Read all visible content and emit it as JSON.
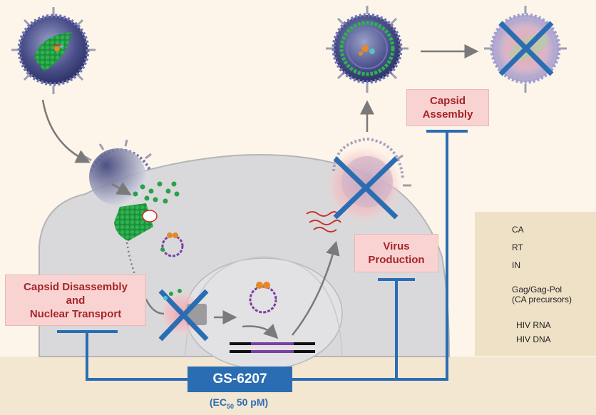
{
  "labels": {
    "capsid_assembly": [
      "Capsid",
      "Assembly"
    ],
    "virus_production": [
      "Virus",
      "Production"
    ],
    "disassembly": [
      "Capsid Disassembly",
      "and",
      "Nuclear Transport"
    ]
  },
  "drug": {
    "name": "GS-6207",
    "ec50_prefix": "(EC",
    "ec50_sub": "50",
    "ec50_suffix": " 50 pM)"
  },
  "legend": {
    "items": [
      {
        "label": "CA",
        "icon": "green-dot-icon"
      },
      {
        "label": "RT",
        "icon": "teal-dot-icon"
      },
      {
        "label": "IN",
        "icon": "orange-dot-icon"
      },
      {
        "label": "Gag/Gag-Pol",
        "sublabel": "(CA precursors)",
        "icon": "gag-precursor-icon"
      },
      {
        "label": "HIV RNA",
        "icon": "red-wave-icon"
      },
      {
        "label": "HIV DNA",
        "icon": "purple-wave-icon"
      }
    ]
  },
  "colors": {
    "inhibition_blue": "#2a6db3",
    "label_red": "#a5252a",
    "label_bg": "#f9d3d1",
    "capsid_green": "#2aa14a",
    "cell_gray": "#d9d9db",
    "legend_bg": "#efe1c6"
  }
}
